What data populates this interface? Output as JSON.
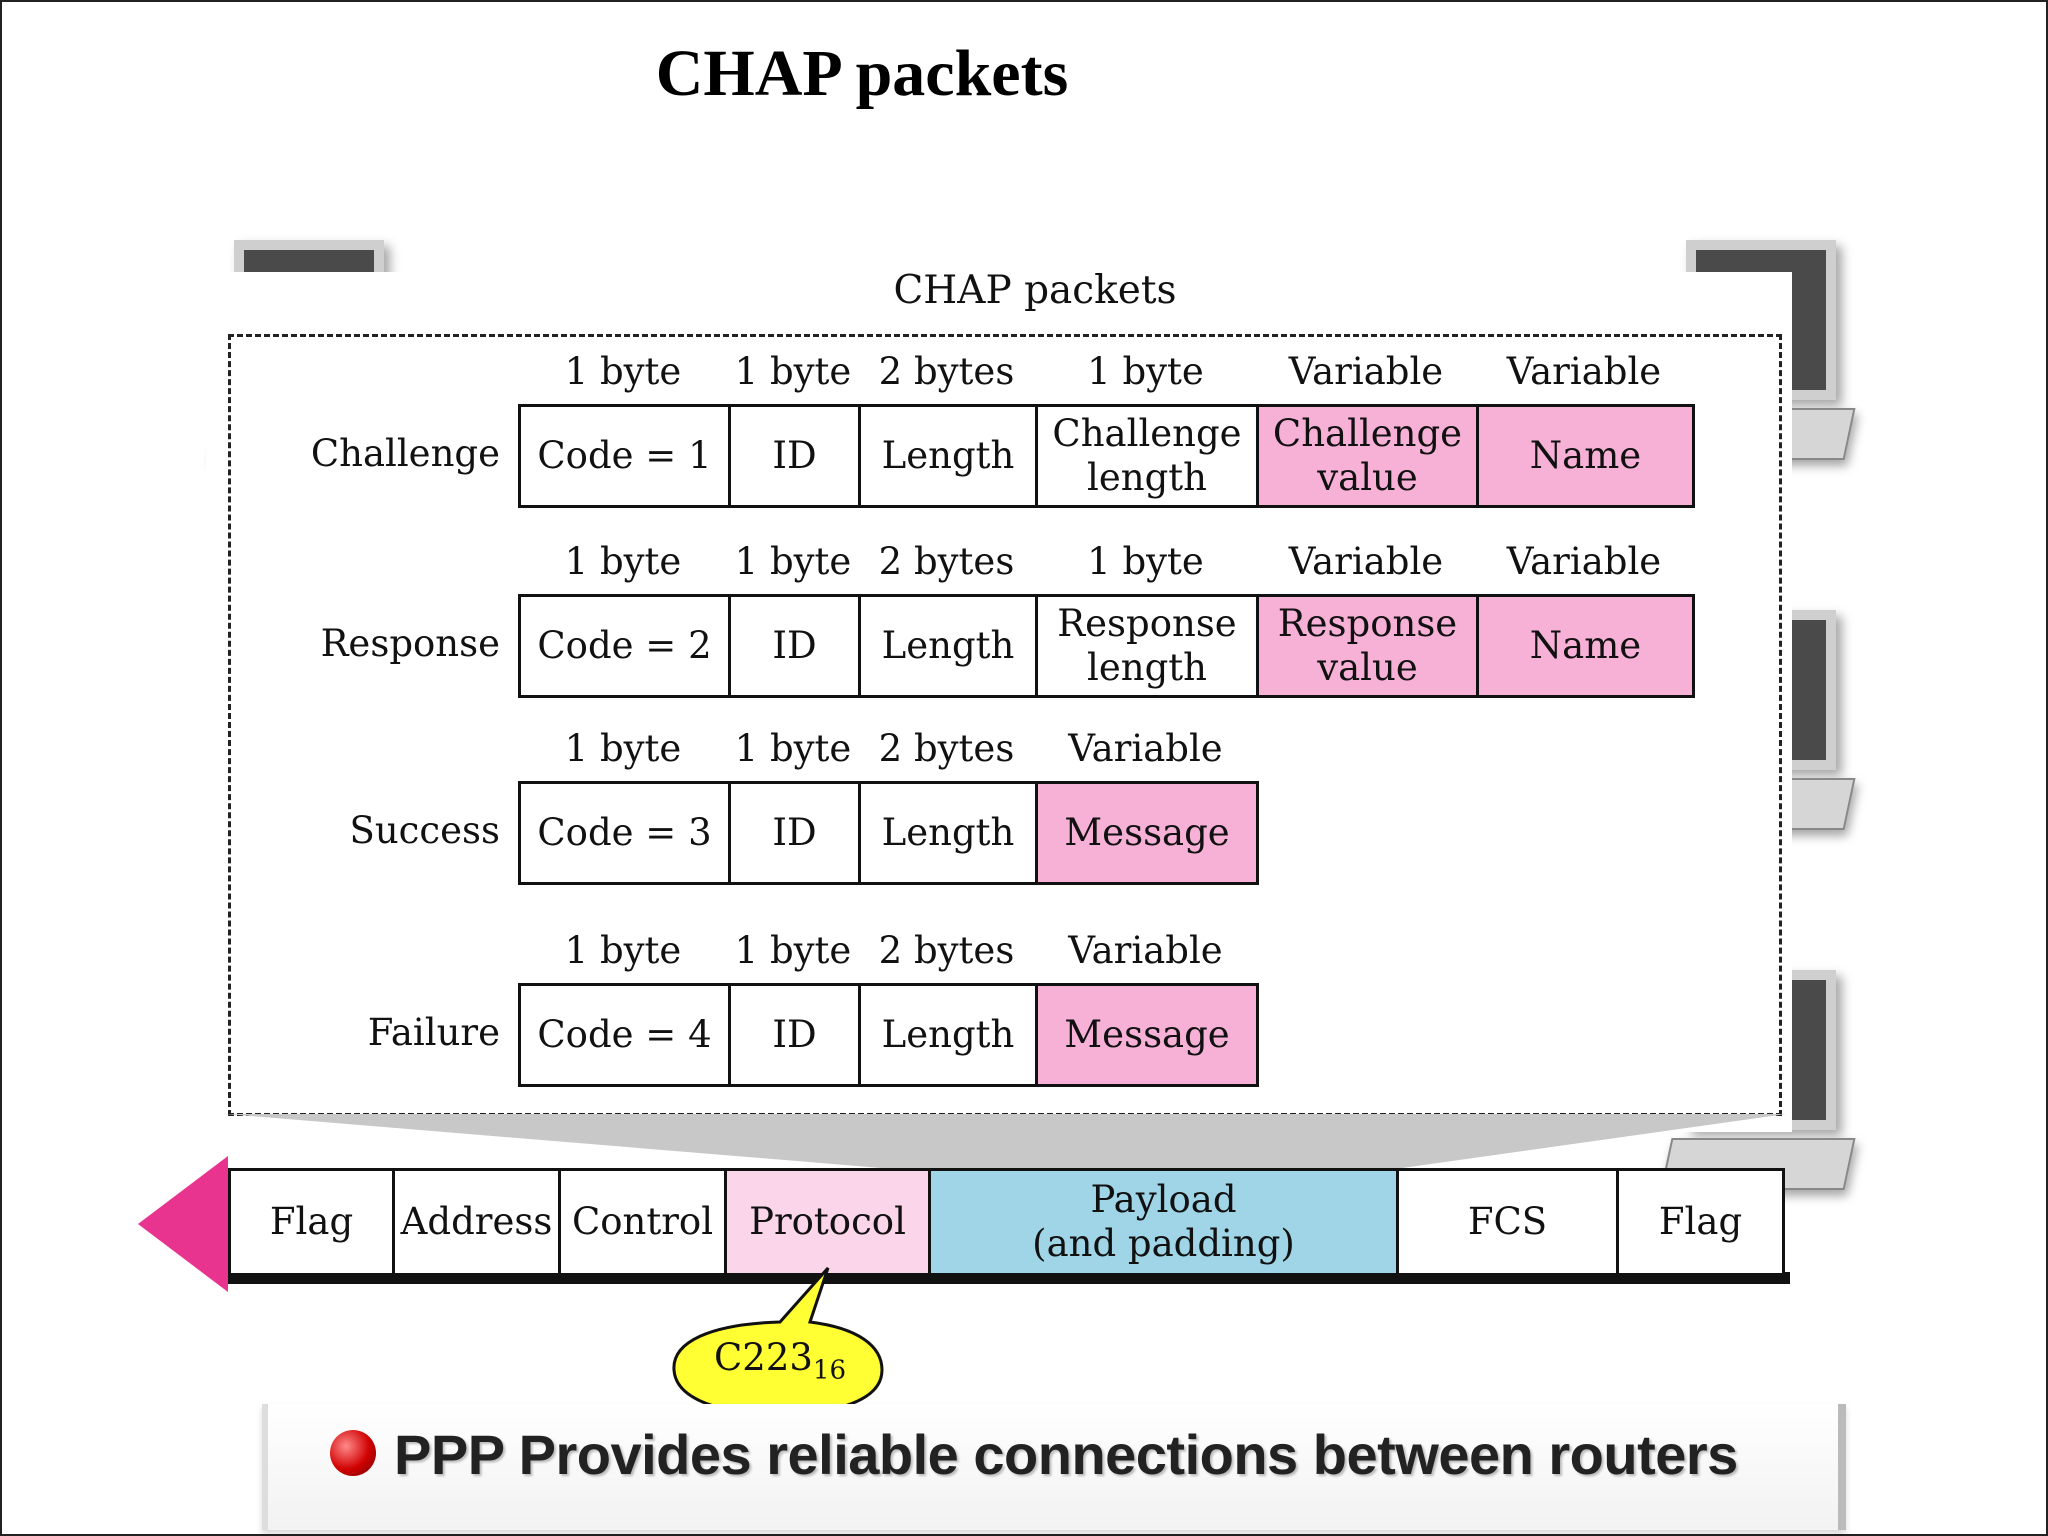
{
  "slide": {
    "title": "CHAP packets",
    "footer": "PPP Provides reliable connections between routers"
  },
  "diagram": {
    "panel_title": "CHAP packets",
    "rows": [
      {
        "label": "Challenge",
        "sizes": [
          "1 byte",
          "1 byte",
          "2 bytes",
          "1 byte",
          "Variable",
          "Variable"
        ],
        "fields": [
          "Code = 1",
          "ID",
          "Length",
          "Challenge\nlength",
          "Challenge\nvalue",
          "Name"
        ]
      },
      {
        "label": "Response",
        "sizes": [
          "1 byte",
          "1 byte",
          "2 bytes",
          "1 byte",
          "Variable",
          "Variable"
        ],
        "fields": [
          "Code = 2",
          "ID",
          "Length",
          "Response\nlength",
          "Response\nvalue",
          "Name"
        ]
      },
      {
        "label": "Success",
        "sizes": [
          "1 byte",
          "1 byte",
          "2 bytes",
          "Variable"
        ],
        "fields": [
          "Code = 3",
          "ID",
          "Length",
          "Message"
        ]
      },
      {
        "label": "Failure",
        "sizes": [
          "1 byte",
          "1 byte",
          "2 bytes",
          "Variable"
        ],
        "fields": [
          "Code = 4",
          "ID",
          "Length",
          "Message"
        ]
      }
    ],
    "frame": [
      "Flag",
      "Address",
      "Control",
      "Protocol",
      "Payload\n(and padding)",
      "FCS",
      "Flag"
    ],
    "callout": {
      "value": "C223",
      "subscript": "16"
    }
  },
  "colors": {
    "variable_field": "#f7b0d6",
    "protocol_field": "#fbd6ea",
    "payload_field": "#9fd5e6",
    "arrow": "#e8338f",
    "callout": "#ffff33"
  }
}
